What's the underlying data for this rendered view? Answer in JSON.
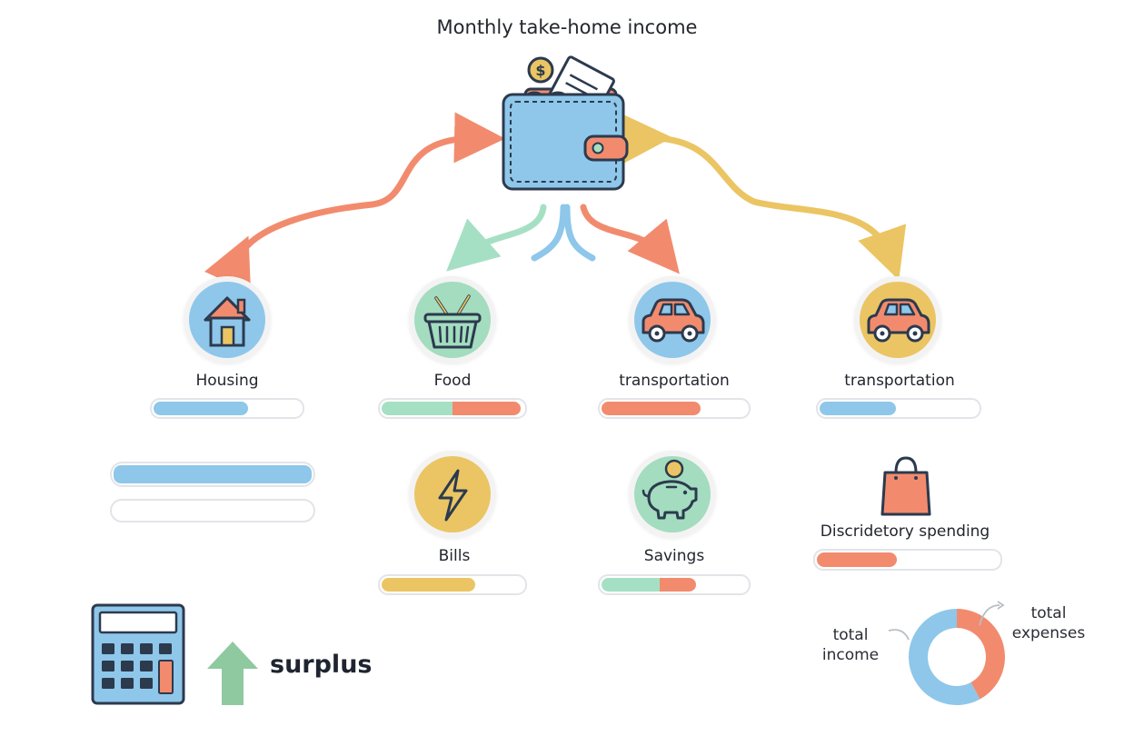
{
  "header": {
    "title": "Monthly take-home income"
  },
  "categories": [
    {
      "key": "housing",
      "label": "Housing",
      "icon": "house-icon",
      "bg": "#8ec7ea",
      "bar": [
        {
          "color": "#8ec7ea",
          "fraction": 0.64
        }
      ]
    },
    {
      "key": "food",
      "label": "Food",
      "icon": "basket-icon",
      "bg": "#a3dcbf",
      "bar": [
        {
          "color": "#a6e0c4",
          "fraction": 0.5
        },
        {
          "color": "#f28b6e",
          "fraction": 0.48
        }
      ]
    },
    {
      "key": "transport1",
      "label": "transportation",
      "icon": "car-icon",
      "bg": "#8ec7ea",
      "bar": [
        {
          "color": "#f28b6e",
          "fraction": 0.68
        }
      ]
    },
    {
      "key": "transport2",
      "label": "transportation",
      "icon": "car-icon",
      "bg": "#ebc563",
      "bar": [
        {
          "color": "#8ec7ea",
          "fraction": 0.48
        }
      ]
    },
    {
      "key": "bills",
      "label": "Bills",
      "icon": "lightning-icon",
      "bg": "#ebc563",
      "bar": [
        {
          "color": "#ebc563",
          "fraction": 0.66
        }
      ]
    },
    {
      "key": "savings",
      "label": "Savings",
      "icon": "piggy-bank-icon",
      "bg": "#a3dcbf",
      "bar": [
        {
          "color": "#a6e0c4",
          "fraction": 0.4
        },
        {
          "color": "#f28b6e",
          "fraction": 0.25
        }
      ]
    },
    {
      "key": "discretionary",
      "label": "Discridetory spending",
      "icon": "shopping-bag-icon",
      "bg": "#f28b6e",
      "bar": [
        {
          "color": "#f28b6e",
          "fraction": 0.44
        }
      ]
    }
  ],
  "extra_bars": [
    {
      "color": "#8ec7ea",
      "fraction": 1.0
    },
    {
      "color": "#ffffff",
      "fraction": 0.0
    }
  ],
  "summary": {
    "surplus_label": "surplus",
    "income_label": "total\nincome",
    "expenses_label": "total\nexpenses"
  },
  "chart_data": {
    "type": "pie",
    "categories": [
      "total income",
      "total expenses"
    ],
    "values": [
      58,
      42
    ],
    "colors": [
      "#8ec7ea",
      "#f28b6e"
    ]
  },
  "colors": {
    "blue": "#8ec7ea",
    "green": "#a3dcbf",
    "coral": "#f28b6e",
    "yellow": "#ebc563",
    "outline": "#2c3a4e"
  }
}
